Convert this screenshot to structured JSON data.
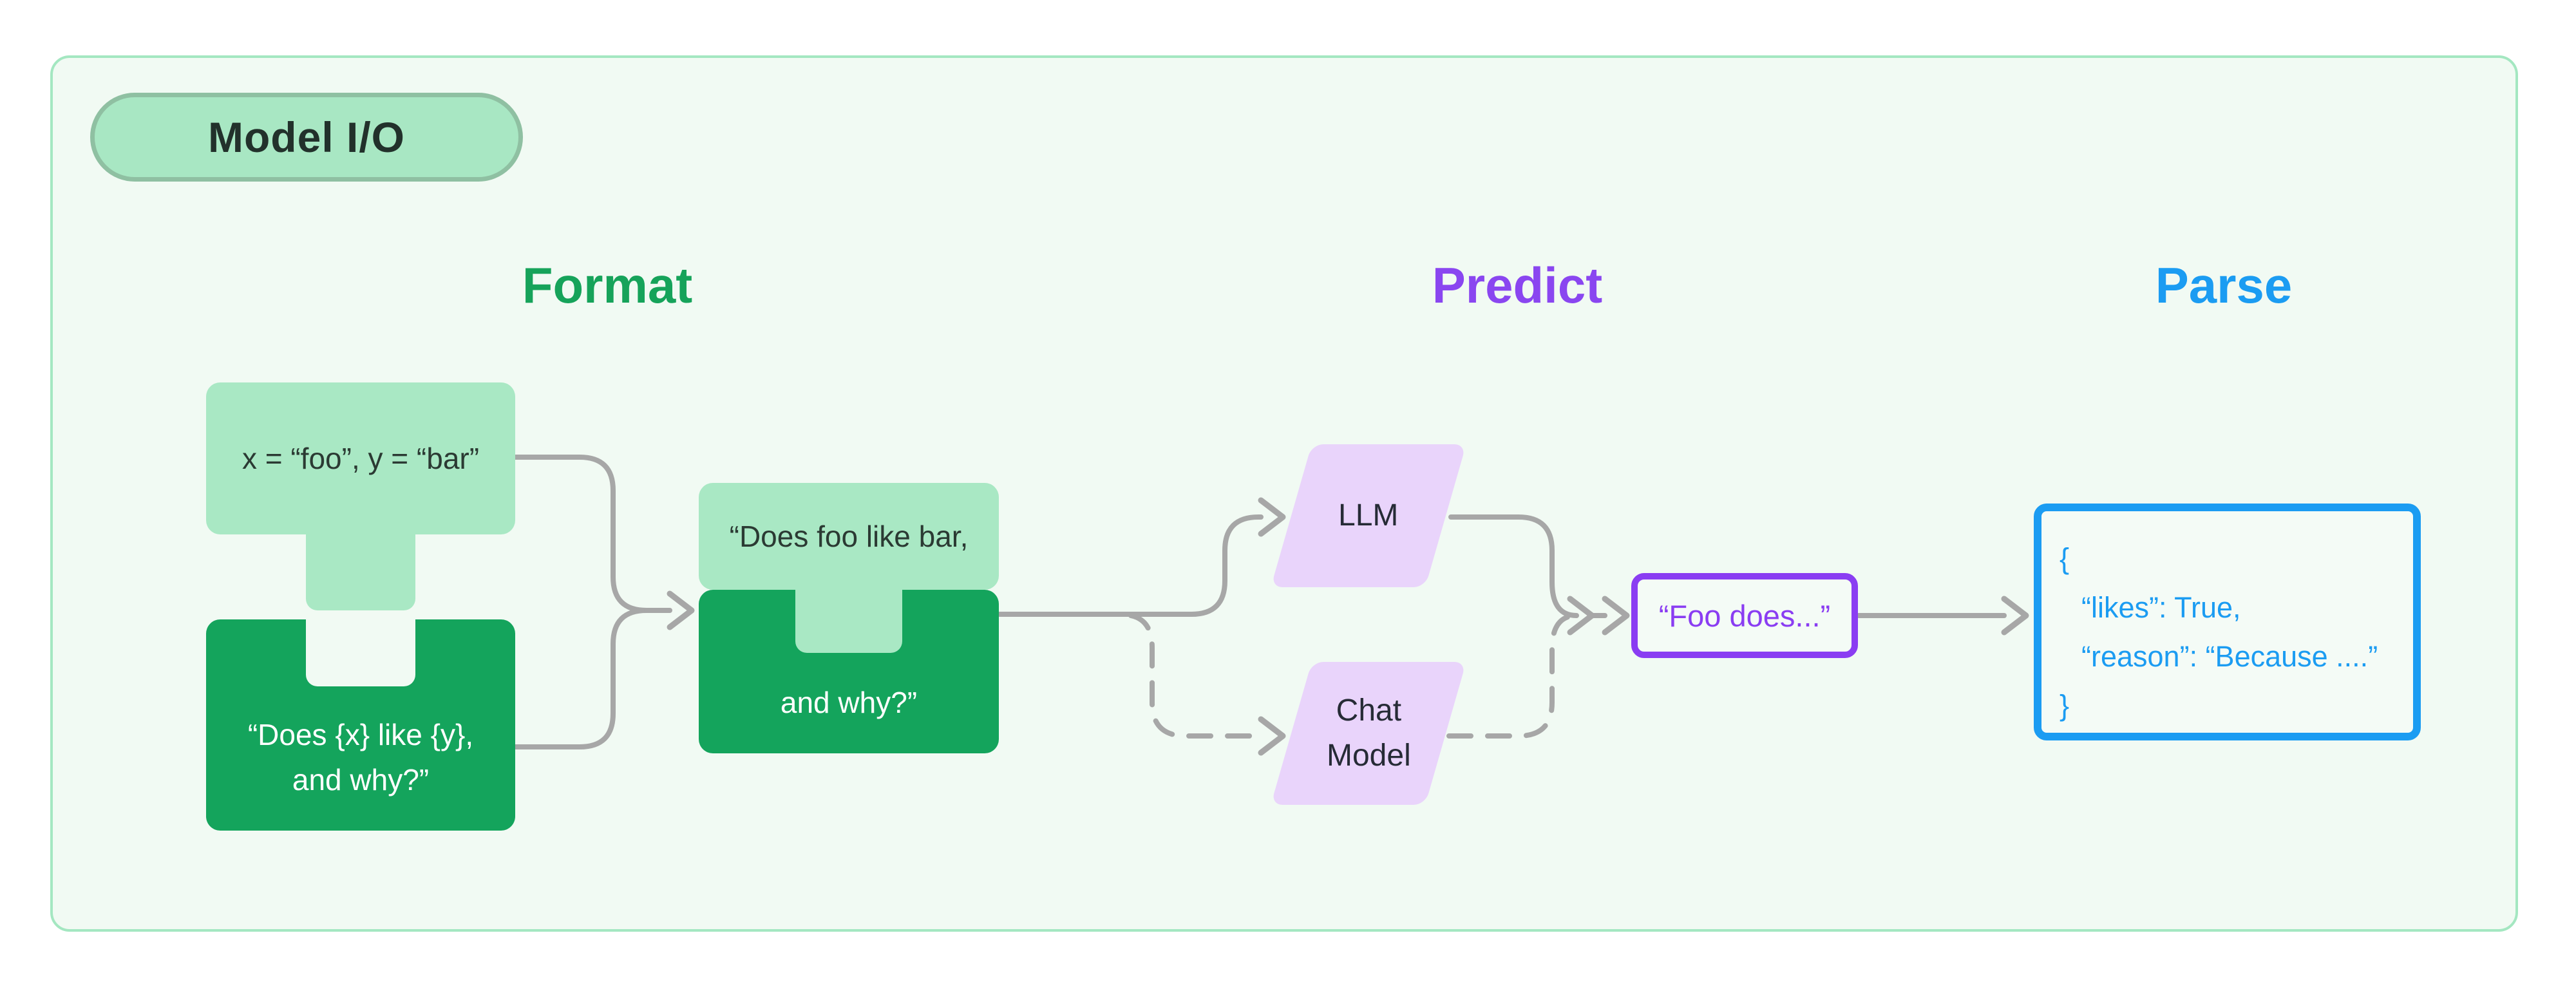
{
  "badge": {
    "label": "Model I/O"
  },
  "stages": [
    {
      "label": "Format",
      "color": "#16a35a"
    },
    {
      "label": "Predict",
      "color": "#8a46f0"
    },
    {
      "label": "Parse",
      "color": "#1b9cf2"
    }
  ],
  "format": {
    "inputs_label": "x = “foo”, y = “bar”",
    "template_line1": "“Does {x} like {y},",
    "template_line2": "and why?”",
    "prompt_line1": "“Does foo like bar,",
    "prompt_line2": "and why?”"
  },
  "predict": {
    "llm_label": "LLM",
    "chat_model_line1": "Chat",
    "chat_model_line2": "Model",
    "completion_label": "“Foo does...”"
  },
  "parse": {
    "output_lines": [
      "{",
      "“likes”: True,",
      "“reason”: “Because ....”",
      "}"
    ]
  },
  "colors": {
    "container_bg": "#f1faf3",
    "container_border": "#a4e7c1",
    "badge_bg": "#a8e7c3",
    "badge_border": "#8fc0a2",
    "light_green": "#a9e8c4",
    "dark_green": "#14a45c",
    "format_green": "#16a35a",
    "predict_purple": "#8a46f0",
    "purple_fill": "#e9d4fb",
    "parse_blue": "#1b9cf2",
    "wire_gray": "#a7a7a7"
  }
}
